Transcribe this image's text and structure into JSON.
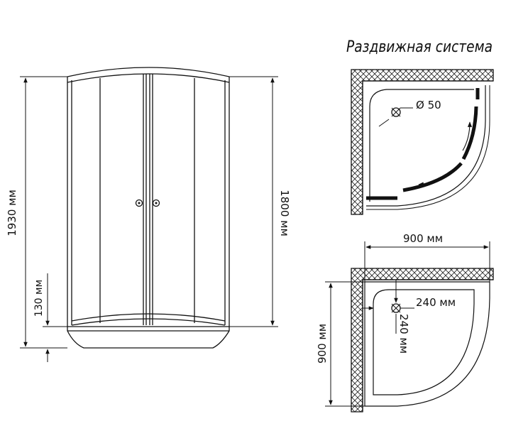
{
  "title": "Раздвижная система",
  "dimensions": {
    "total_height": "1930 мм",
    "door_height": "1800 мм",
    "tray_height": "130 мм",
    "width_top": "900 мм",
    "width_side": "900 мм",
    "drain_diameter": "Ø 50",
    "drain_offset_x": "240 мм",
    "drain_offset_y": "240 мм"
  }
}
